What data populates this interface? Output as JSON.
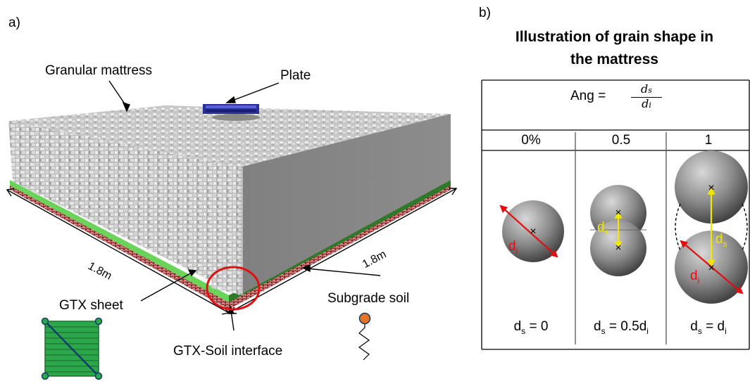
{
  "panel_a": {
    "letter": "a)",
    "labels": {
      "granular_mattress": "Granular mattress",
      "plate": "Plate",
      "gtx_sheet": "GTX sheet",
      "subgrade_soil": "Subgrade soil",
      "gtx_soil_interface": "GTX-Soil interface",
      "dim_left": "1.8m",
      "dim_right": "1.8m"
    }
  },
  "panel_b": {
    "letter": "b)",
    "title_line1": "Illustration of grain shape in",
    "title_line2": "the mattress",
    "formula_prefix": "Ang =",
    "formula_num": "d",
    "formula_num_sub": "s",
    "formula_den": "d",
    "formula_den_sub": "i",
    "columns": [
      {
        "header": "0%",
        "eq_main": "d",
        "eq_sub": "s",
        "eq_rest": " = 0",
        "eq_rest_sub": ""
      },
      {
        "header": "0.5",
        "eq_main": "d",
        "eq_sub": "s",
        "eq_rest": " = 0.5d",
        "eq_rest_sub": "i"
      },
      {
        "header": "1",
        "eq_main": "d",
        "eq_sub": "s",
        "eq_rest": " = d",
        "eq_rest_sub": "i"
      }
    ],
    "sphere_labels": {
      "di": "d",
      "di_sub": "i",
      "ds": "d",
      "ds_sub": "s"
    }
  },
  "colors": {
    "grain": "#c8c8c8",
    "face_dark": "#7a7a7a",
    "gtx_green": "#6ad35a",
    "gtx_dark": "#2f7a2a",
    "soil_red": "#8b1a1a",
    "plate_blue": "#2a2e9a",
    "red_arrow": "#e01010",
    "yellow_arrow": "#f2e600",
    "marker_orange": "#e67324",
    "icon_green": "#2aa84a"
  }
}
